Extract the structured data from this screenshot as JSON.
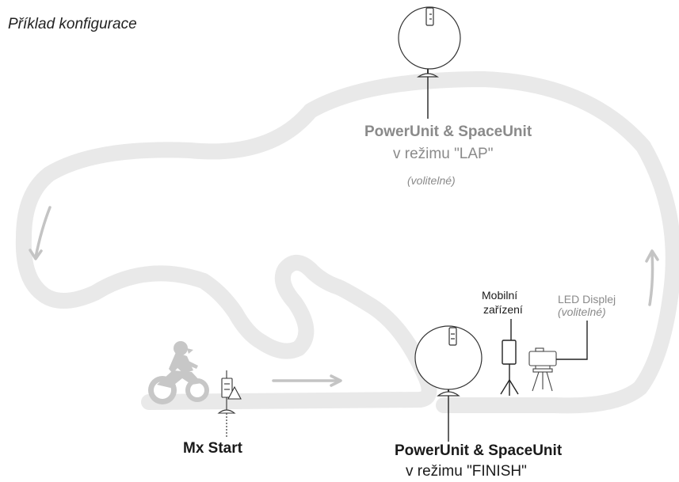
{
  "title": "Příklad konfigurace",
  "colors": {
    "track": "#e9e9e9",
    "arrow": "#c4c4c4",
    "line": "#222222",
    "muted": "#8a8a8a",
    "text": "#1a1a1a"
  },
  "icons": [
    "satellite-dish-icon",
    "motorcycle-rider-icon",
    "mx-start-gate-icon",
    "mobile-device-icon",
    "led-display-tripod-icon"
  ],
  "lap_unit": {
    "name": "PowerUnit & SpaceUnit",
    "mode": "v režimu \"LAP\"",
    "optional": "(volitelné)"
  },
  "finish_unit": {
    "name": "PowerUnit & SpaceUnit",
    "mode": "v režimu \"FINISH\""
  },
  "start": {
    "name": "Mx Start"
  },
  "mobile": {
    "line1": "Mobilní",
    "line2": "zařízení"
  },
  "led": {
    "line1": "LED  Displej",
    "line2": "(volitelné)"
  }
}
